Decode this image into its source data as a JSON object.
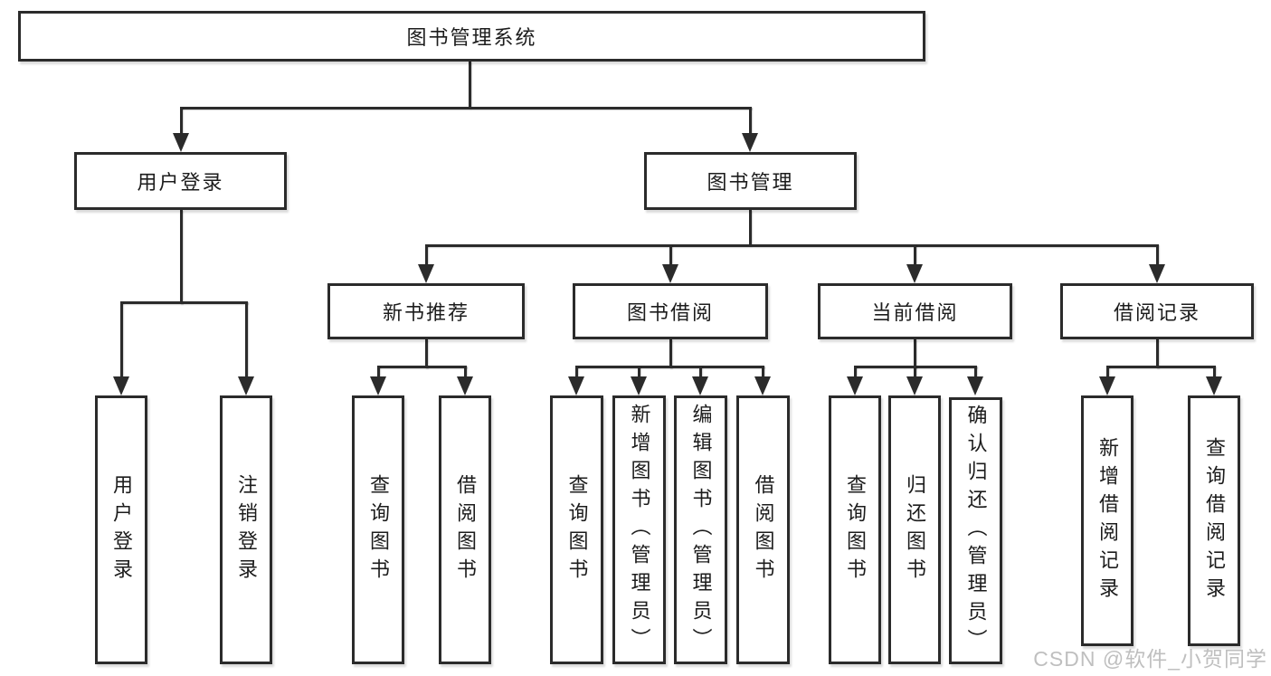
{
  "diagram": {
    "root": {
      "label": "图书管理系统"
    },
    "level2": [
      {
        "label": "用户登录"
      },
      {
        "label": "图书管理"
      }
    ],
    "level3": [
      {
        "label": "新书推荐"
      },
      {
        "label": "图书借阅"
      },
      {
        "label": "当前借阅"
      },
      {
        "label": "借阅记录"
      }
    ],
    "leaves": {
      "user_login": [
        "用户登录",
        "注销登录"
      ],
      "new_book_recommend": [
        "查询图书",
        "借阅图书"
      ],
      "book_borrow": [
        "查询图书",
        "新增图书（管理员）",
        "编辑图书（管理员）",
        "借阅图书"
      ],
      "current_borrow": [
        "查询图书",
        "归还图书",
        "确认归还（管理员）"
      ],
      "borrow_records": [
        "新增借阅记录",
        "查询借阅记录"
      ]
    }
  },
  "watermark": "CSDN @软件_小贺同学",
  "colors": {
    "line": "#2b2b2b",
    "text": "#1c1c1c",
    "background": "#ffffff",
    "watermark": "#bfbfbf"
  }
}
